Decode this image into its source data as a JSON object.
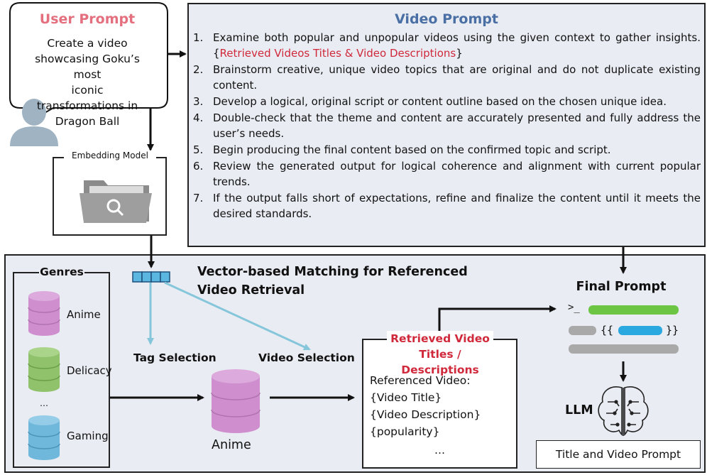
{
  "user_prompt": {
    "title": "User Prompt",
    "lines": [
      "Create a video",
      "showcasing Goku’s most",
      "iconic transformations in",
      "Dragon Ball"
    ]
  },
  "embedding_model": {
    "label": "Embedding Model"
  },
  "video_prompt": {
    "title": "Video Prompt",
    "steps": [
      {
        "num": "1.",
        "text": "Examine both popular and unpopular videos using the given context to gather insights. ",
        "brace_open": "{",
        "highlight": "Retrieved Videos Titles & Video Descriptions",
        "brace_close": "}"
      },
      {
        "num": "2.",
        "text": "Brainstorm creative, unique video topics that are original and do not duplicate existing content."
      },
      {
        "num": "3.",
        "text": "Develop a logical, original script or content outline based on the chosen unique idea."
      },
      {
        "num": "4.",
        "text": "Double-check that the theme and content are accurately presented and fully address the user’s needs."
      },
      {
        "num": "5.",
        "text": "Begin producing the final content based on the confirmed topic and script."
      },
      {
        "num": "6.",
        "text": "Review the generated output for logical coherence and alignment with current popular trends."
      },
      {
        "num": "7.",
        "text": "If the output falls short of expectations, refine and finalize the content until it meets the desired standards."
      }
    ]
  },
  "matching": {
    "title_line1": "Vector-based Matching for Referenced",
    "title_line2": "Video Retrieval",
    "tag_selection": "Tag Selection",
    "video_selection": "Video Selection",
    "selected_genre": "Anime"
  },
  "genres": {
    "title": "Genres",
    "items": [
      "Anime",
      "Delicacy",
      "Gaming"
    ],
    "ellipsis": "…"
  },
  "retrieved": {
    "title_line1": "Retrieved Video",
    "title_line2": "Titles / Descriptions",
    "lines": [
      "Referenced Video:",
      "{Video Title}",
      "{Video Description}",
      "{popularity}"
    ],
    "ellipsis": "…"
  },
  "final_prompt": {
    "title": "Final Prompt",
    "prompt_symbol": ">_",
    "brace_open": "{{",
    "brace_close": "}}"
  },
  "llm": {
    "label": "LLM"
  },
  "output": {
    "label": "Title and Video Prompt"
  },
  "colors": {
    "user_title": "#e46f7e",
    "video_prompt_title": "#4a6fa5",
    "highlight_red": "#d0293b",
    "panel_bg": "#e9ecf2",
    "arrow_light_blue": "#86c6db",
    "green_bar": "#6cc644",
    "blue_bar": "#2aa8e0",
    "grey_bar": "#a9a9a9",
    "db_pink": "#cf8fcf",
    "db_green": "#8fc26b",
    "db_blue": "#6fb8dc"
  },
  "icons": [
    "user-avatar-icon",
    "folder-search-icon",
    "vector-icon",
    "database-icon",
    "terminal-icon",
    "brain-icon"
  ]
}
